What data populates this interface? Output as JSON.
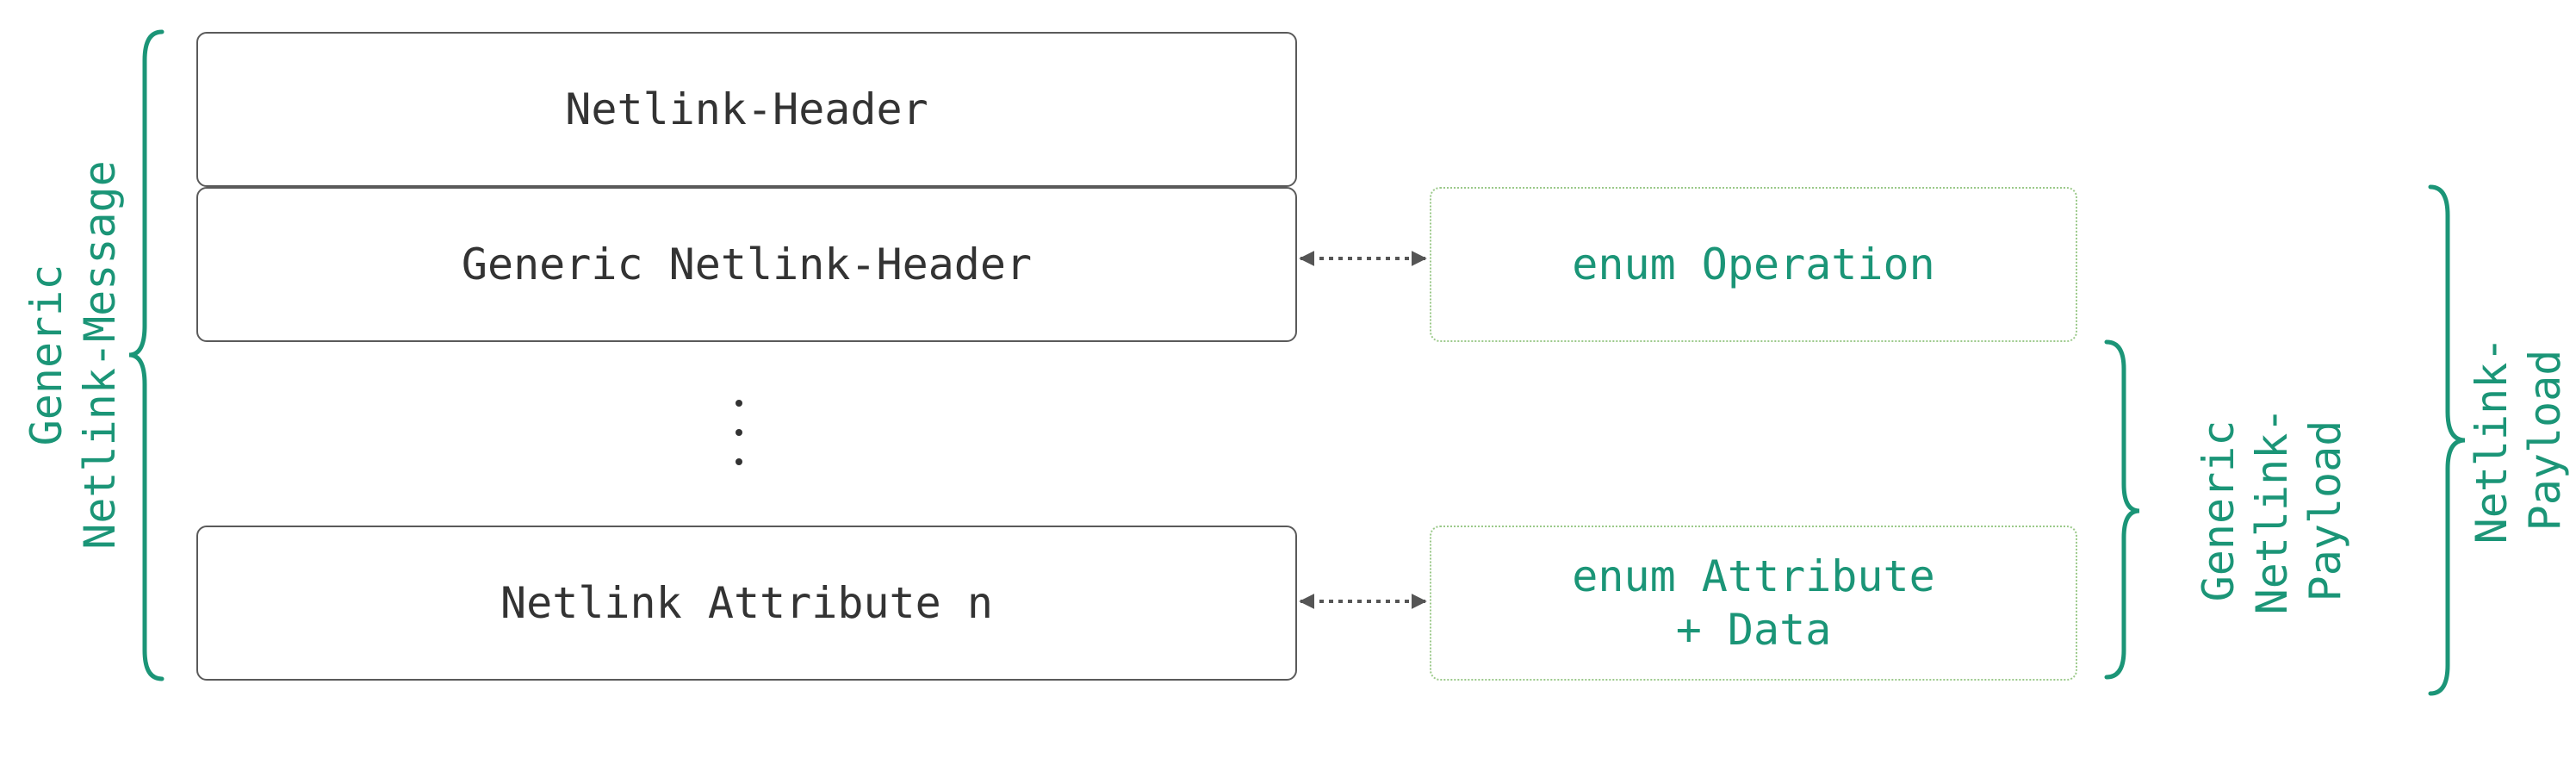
{
  "blocks": {
    "netlink_header": "Netlink-Header",
    "generic_netlink_header": "Generic Netlink-Header",
    "netlink_attribute": "Netlink Attribute n"
  },
  "mappings": {
    "operation": "enum Operation",
    "attribute": "enum Attribute\n+ Data"
  },
  "labels": {
    "generic_netlink_message": "Generic\nNetlink-Message",
    "generic_netlink_payload": "Generic\nNetlink-\nPayload",
    "netlink_payload": "Netlink-Payload"
  },
  "colors": {
    "accent": "#1b9577",
    "box_border": "#5a5a5a",
    "text": "#333333",
    "dotted_border": "#9bc98a"
  }
}
